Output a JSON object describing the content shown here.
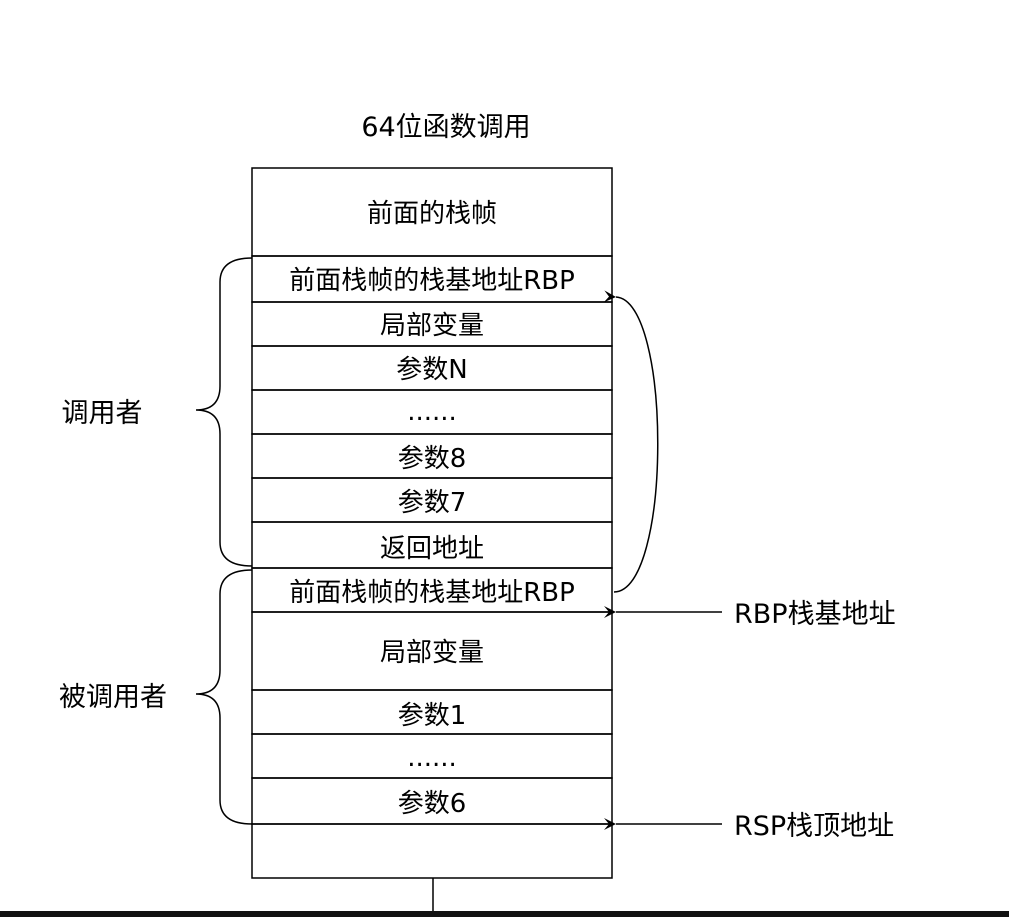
{
  "title": "64位函数调用",
  "stack_frames": [
    {
      "label": "前面的栈帧"
    },
    {
      "label": "前面栈帧的栈基地址RBP"
    },
    {
      "label": "局部变量"
    },
    {
      "label": "参数N"
    },
    {
      "label": "......"
    },
    {
      "label": "参数8"
    },
    {
      "label": "参数7"
    },
    {
      "label": "返回地址"
    },
    {
      "label": "前面栈帧的栈基地址RBP"
    },
    {
      "label": "局部变量"
    },
    {
      "label": "参数1"
    },
    {
      "label": "......"
    },
    {
      "label": "参数6"
    },
    {
      "label": ""
    }
  ],
  "groups": {
    "caller": "调用者",
    "callee": "被调用者"
  },
  "pointers": {
    "rbp": "RBP栈基地址",
    "rsp": "RSP栈顶地址"
  },
  "colors": {
    "stroke": "#000000",
    "background": "#ffffff",
    "bottom_bar": "#111111"
  }
}
